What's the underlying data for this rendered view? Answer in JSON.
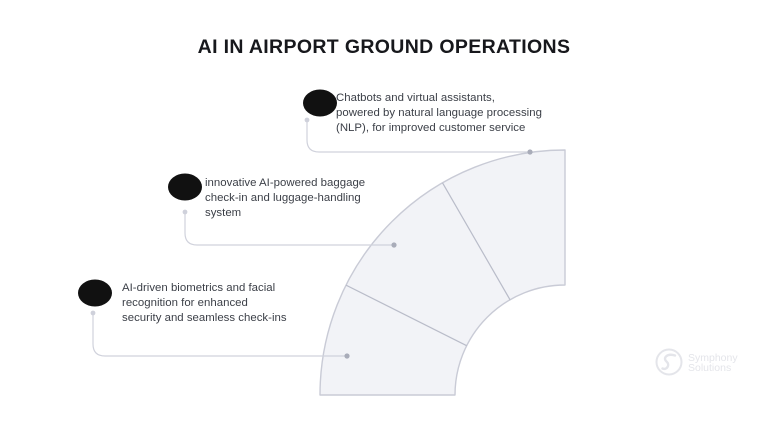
{
  "slide": {
    "title": "AI IN AIRPORT GROUND OPERATIONS",
    "background_color": "#ffffff",
    "title_color": "#17181c"
  },
  "diagram": {
    "type": "quarter-arc-segmented",
    "shape_name": "quarter-annulus",
    "fill_color": "#f2f3f7",
    "stroke_color": "#c9cbd6",
    "bullet_color": "#111111",
    "connector_color": "#c9cbd6",
    "segments": [
      {
        "id": "segment-top",
        "label": ""
      },
      {
        "id": "segment-middle",
        "label": ""
      },
      {
        "id": "segment-bottom",
        "label": ""
      }
    ]
  },
  "callouts": [
    {
      "id": "callout-chatbots",
      "text": "Chatbots and virtual assistants,\npowered by natural language processing\n(NLP), for improved customer service"
    },
    {
      "id": "callout-baggage",
      "text": "innovative AI-powered baggage\ncheck-in and luggage-handling\nsystem"
    },
    {
      "id": "callout-biometrics",
      "text": "AI-driven biometrics and facial\nrecognition for enhanced\nsecurity and seamless check-ins"
    }
  ],
  "logo": {
    "line1": "Symphony",
    "line2": "Solutions",
    "color": "#e4e5ea"
  }
}
